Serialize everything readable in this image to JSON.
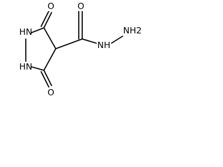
{
  "molecule": {
    "atoms": {
      "o_top": "O",
      "o_bottom": "O",
      "o_carbonyl": "O",
      "nh_ring_top": "HN",
      "nh_ring_bottom": "HN",
      "nh_hydrazide": "NH",
      "nh2": "NH2"
    }
  },
  "colors": {
    "bond": "#000000",
    "background": "#ffffff",
    "text": "#000000"
  }
}
